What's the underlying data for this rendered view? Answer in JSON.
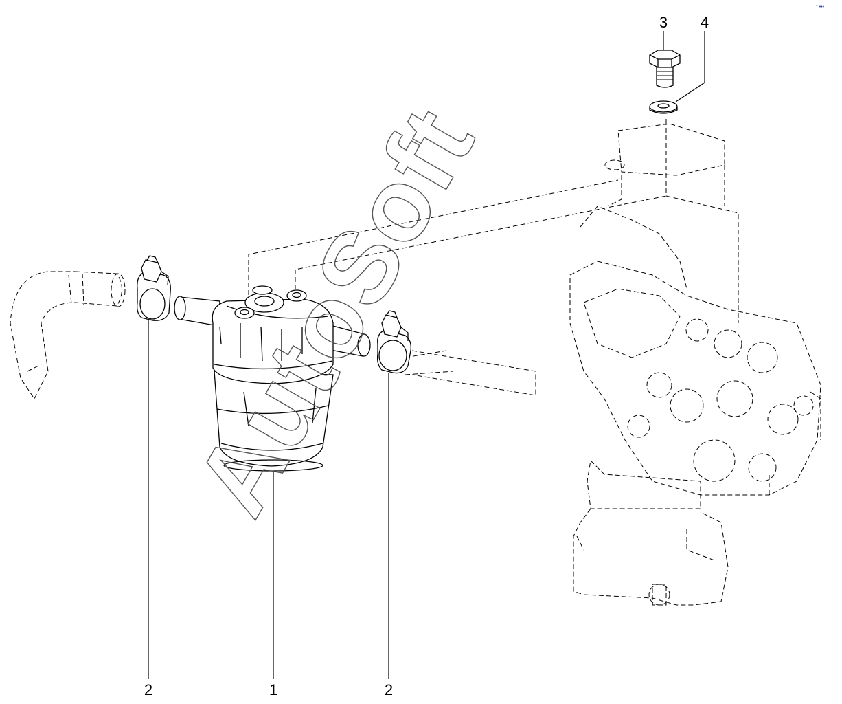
{
  "diagram": {
    "callouts": [
      {
        "id": "filter",
        "label": "1"
      },
      {
        "id": "clamp-left",
        "label": "2"
      },
      {
        "id": "clamp-right",
        "label": "2"
      },
      {
        "id": "bolt",
        "label": "3"
      },
      {
        "id": "washer",
        "label": "4"
      }
    ],
    "watermark": "AutoSoft",
    "corner_mark": "° •••"
  },
  "colors": {
    "line": "#000000",
    "watermark": "#555555",
    "corner_mark": "#2244cc"
  }
}
